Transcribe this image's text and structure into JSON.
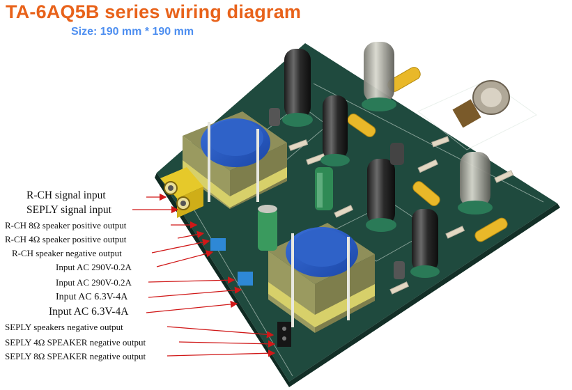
{
  "header": {
    "title": "TA-6AQ5B series wiring diagram",
    "subtitle": "Size: 190 mm * 190 mm"
  },
  "labels": [
    "R-CH signal input",
    "SEPLY signal input",
    "R-CH 8Ω speaker positive output",
    "R-CH 4Ω speaker positive output",
    "R-CH speaker negative output",
    "Input AC 290V-0.2A",
    "Input AC 290V-0.2A",
    "Input AC 6.3V-4A",
    "Input AC 6.3V-4A",
    "SEPLY speakers negative output",
    "SEPLY 4Ω SPEAKER negative output",
    "SEPLY 8Ω SPEAKER negative output"
  ],
  "colors": {
    "title": "#e8621a",
    "subtitle": "#4d8ef0",
    "arrow": "#d01818",
    "board": "#1f4a3e"
  }
}
